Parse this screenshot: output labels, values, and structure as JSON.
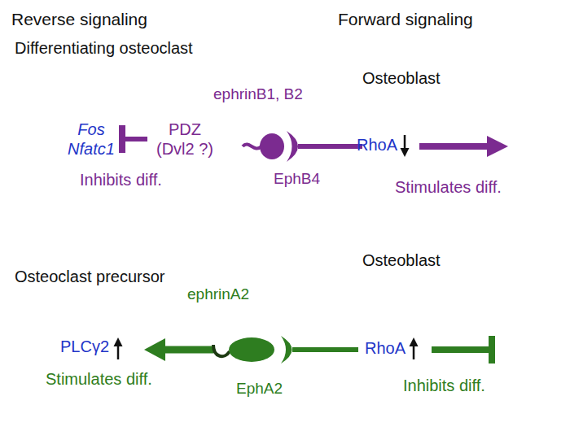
{
  "diagram": {
    "nodes": [
      {
        "text": [
          "Differentiating osteoclast",
          "Inhibits diff."
        ]
      },
      {
        "text": [
          "Fos Nfatc1"
        ],
        "in": 0
      },
      {
        "text": [
          "PDZ (Dvl2 ?)"
        ],
        "in": 0
      },
      {
        "text": [
          "Osteoblast",
          "Stimulates diff."
        ]
      },
      {
        "text": [
          "RhoA"
        ],
        "in": 3
      },
      {
        "text": [
          "Osteoclast precursor",
          "Stimulates diff."
        ]
      },
      {
        "text": [
          "PLCγ2"
        ],
        "in": 5
      },
      {
        "text": [
          "Osteoblast",
          "Inhibits diff."
        ]
      },
      {
        "text": [
          "RhoA"
        ],
        "in": 7
      }
    ],
    "edges": [
      {
        "from": 2,
        "to": 1,
        "arrow": "to"
      }
    ],
    "labels": [
      "Reverse signaling",
      "Forward signaling",
      "ephrinB1, B2",
      "EphB4",
      "ephrinA2",
      "EphA2"
    ]
  }
}
